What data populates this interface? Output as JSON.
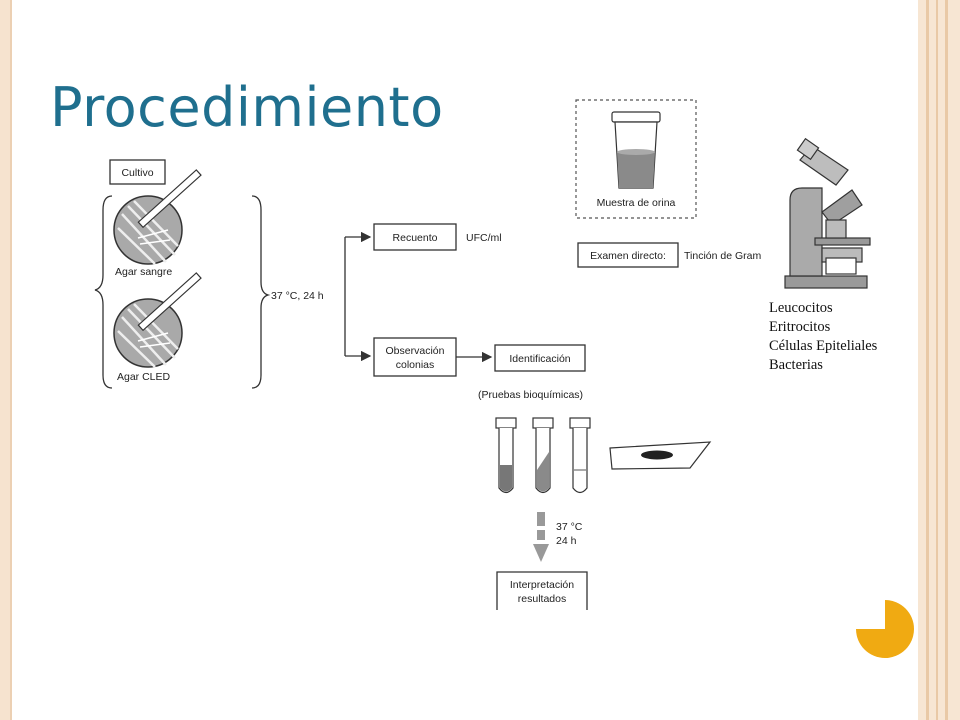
{
  "slide": {
    "title": "Procedimiento",
    "notes": [
      "Leucocitos",
      "Eritrocitos",
      "Células Epiteliales",
      "Bacterias"
    ]
  },
  "diagram": {
    "cultivo": "Cultivo",
    "agar_sangre": "Agar sangre",
    "agar_cled": "Agar CLED",
    "incubation": "37 °C, 24 h",
    "recuento": "Recuento",
    "ufc": "UFC/ml",
    "observacion_1": "Observación",
    "observacion_2": "colonias",
    "identificacion": "Identificación",
    "pruebas": "(Pruebas bioquímicas)",
    "temp": "37 °C",
    "time": "24 h",
    "interpretacion_1": "Interpretación",
    "interpretacion_2": "resultados",
    "muestra": "Muestra de orina",
    "examen": "Examen directo:",
    "tincion": "Tinción de Gram"
  },
  "colors": {
    "title": "#1f6f8e",
    "accent": "#f0aa12",
    "frame": "#f7e6d3"
  }
}
